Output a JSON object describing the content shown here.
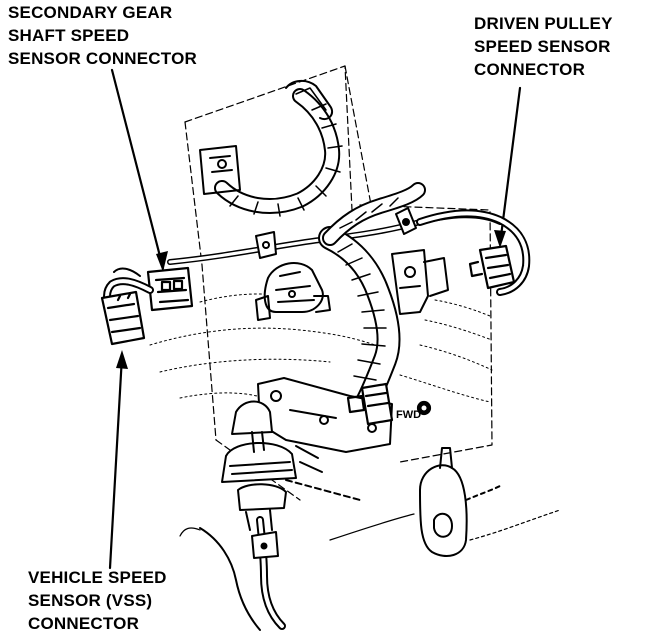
{
  "callouts": {
    "secondary_gear": {
      "line1": "SECONDARY GEAR",
      "line2": "SHAFT SPEED",
      "line3": "SENSOR CONNECTOR"
    },
    "driven_pulley": {
      "line1": "DRIVEN PULLEY",
      "line2": "SPEED SENSOR",
      "line3": "CONNECTOR"
    },
    "vehicle_speed": {
      "line1": "VEHICLE SPEED",
      "line2": "SENSOR (VSS)",
      "line3": "CONNECTOR"
    }
  },
  "component_marks": {
    "fwd_mark": "FWD"
  },
  "colors": {
    "ink": "#000000",
    "paper": "#ffffff"
  }
}
